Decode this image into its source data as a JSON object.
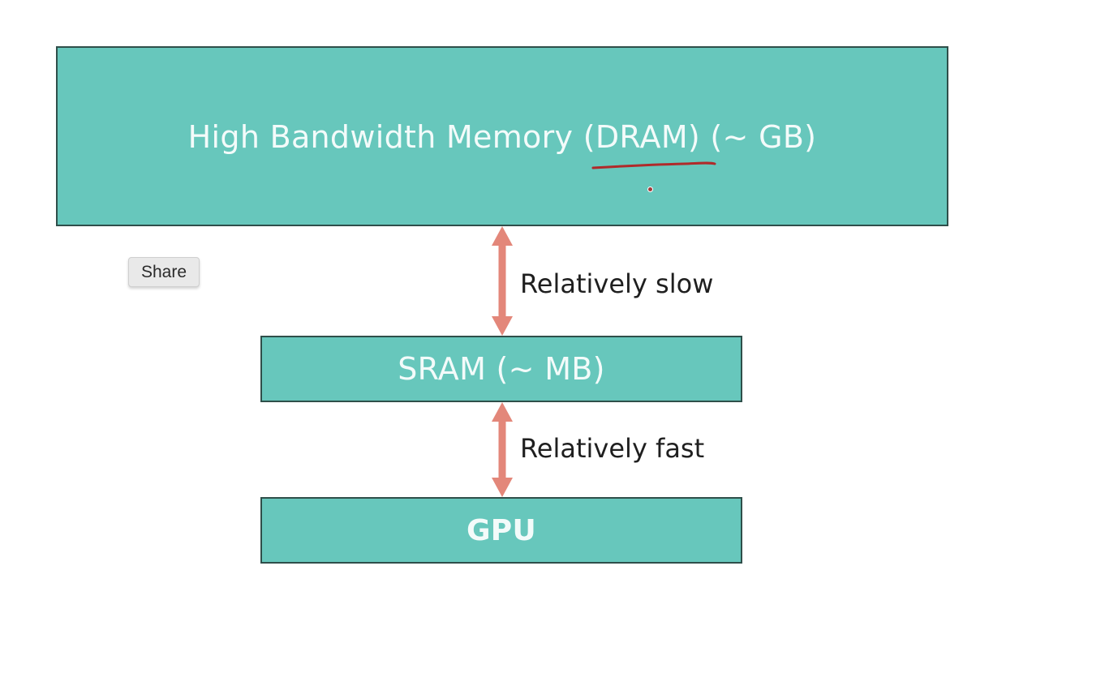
{
  "diagram": {
    "hbm_label": "High Bandwidth Memory (DRAM) (~ GB)",
    "sram_label": "SRAM (~ MB)",
    "gpu_label": "GPU",
    "hbm_sram_link_label": "Relatively slow",
    "sram_gpu_link_label": "Relatively fast"
  },
  "share_button_label": "Share",
  "colors": {
    "box_fill": "#67c7bc",
    "box_border": "#2f4f4a",
    "arrow": "#e3877a",
    "annotation_ink": "#b02a2a"
  }
}
